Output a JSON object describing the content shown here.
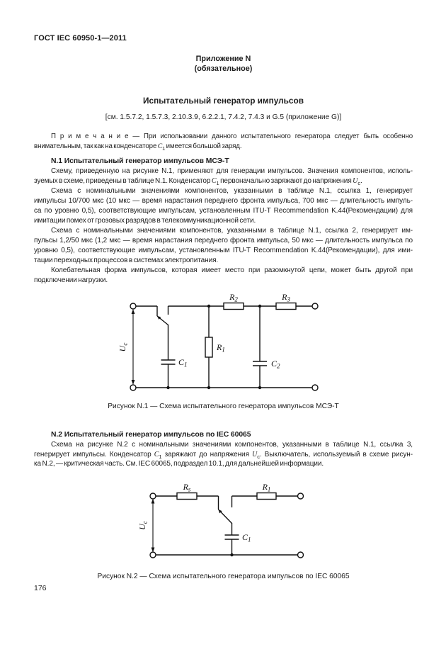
{
  "theme": {
    "ink": "#1c1c1c",
    "line_color": "#111111",
    "paper": "#ffffff"
  },
  "page": {
    "doc_code": "ГОСТ IEC 60950-1—2011",
    "page_number": "176"
  },
  "annex": {
    "label": "Приложение N",
    "kind": "(обязательное)",
    "title": "Испытательный генератор импульсов",
    "references": "[см. 1.5.7.2, 1.5.7.3, 2.10.3.9, 6.2.2.1, 7.4.2, 7.4.3 и G.5 (приложение G)]"
  },
  "note": {
    "lines": [
      "П р и м е ч а н и е — При использовании данного испытательного генератора следует быть особенно",
      "внимательным, так как на конденсаторе {{C|1}} имеется большой заряд."
    ]
  },
  "section_n1": {
    "heading": "N.1 Испытательный генератор импульсов МСЭ-Т",
    "para1_lines": [
      "Схему, приведенную на рисунке N.1, применяют для генерации импульсов. Значения компонентов, исполь-",
      "зуемых в схеме, приведены в таблице N.1. Конденсатор {{C|1}} первоначально заряжают до напряжения {{U|с}}."
    ],
    "para2_lines": [
      "Схема с номинальными значениями компонентов, указанными в таблице N.1, ссылка 1, генерирует",
      "импульсы 10/700 мкс (10 мкс — время нарастания переднего фронта импульса, 700 мкс — длительность импуль-",
      "са по уровню 0,5), соответствующие импульсам, установленным ITU-T Recommendation K.44(Рекомендации) для",
      "имитации помех от грозовых разрядов в телекоммуникационной сети."
    ],
    "para3_lines": [
      "Схема с номинальными значениями компонентов, указанными в таблице N.1, ссылка 2, генерирует им-",
      "пульсы 1,2/50 мкс (1,2 мкс — время нарастания переднего фронта импульса, 50 мкс — длительность импульса по",
      "уровню 0,5), соответствующие импульсам, установленным ITU-T Recommendation K.44(Рекомендации), для ими-",
      "тации переходных процессов в системах электропитания."
    ],
    "para4_lines": [
      "Колебательная форма импульсов, которая имеет место при разомкнутой цепи, может быть другой при",
      "подключении нагрузки."
    ]
  },
  "fig1": {
    "caption": "Рисунок N.1 — Схема испытательного генератора импульсов МСЭ-Т",
    "labels": {
      "uc": {
        "main": "U",
        "sub": "с"
      },
      "c1": {
        "main": "C",
        "sub": "1"
      },
      "r1": {
        "main": "R",
        "sub": "1"
      },
      "r2": {
        "main": "R",
        "sub": "2"
      },
      "r3": {
        "main": "R",
        "sub": "3"
      },
      "c2": {
        "main": "C",
        "sub": "2"
      }
    }
  },
  "section_n2": {
    "heading": "N.2 Испытательный генератор импульсов по IEC 60065",
    "para_lines": [
      "Схема на рисунке N.2 с номинальными значениями компонентов, указанными в таблице N.1, ссылка 3,",
      "генерирует импульсы. Конденсатор {{C|1}} заряжают до напряжения {{U|с}}. Выключатель, используемый в схеме рисун-",
      "ка N.2, — критическая часть. См. IEC 60065, подраздел 10.1, для дальнейшей информации."
    ]
  },
  "fig2": {
    "caption": "Рисунок N.2 — Схема испытательного генератора импульсов по IEC 60065",
    "labels": {
      "uc": {
        "main": "U",
        "sub": "с"
      },
      "rs": {
        "main": "R",
        "sub": "s"
      },
      "r1": {
        "main": "R",
        "sub": "1"
      },
      "c1": {
        "main": "C",
        "sub": "1"
      }
    }
  }
}
